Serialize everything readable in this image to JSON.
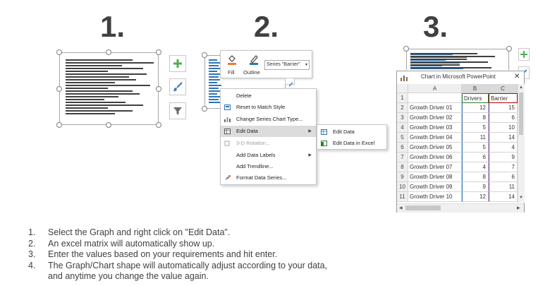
{
  "steps": [
    "1.",
    "2.",
    "3."
  ],
  "colors": {
    "bar_dark": "#404040",
    "bar_blue": "#2e75b6",
    "plus": "#4caf50",
    "brush": "#3a78c2",
    "title": "#404040"
  },
  "step1": {
    "buttons": [
      {
        "name": "chart-elements-button",
        "icon": "plus-icon"
      },
      {
        "name": "chart-styles-button",
        "icon": "brush-icon"
      },
      {
        "name": "chart-filters-button",
        "icon": "filter-icon"
      }
    ]
  },
  "step2": {
    "toolbar": {
      "fill_label": "Fill",
      "outline_label": "Outline",
      "series_select": "Series \"Barrier\""
    },
    "context_menu": [
      {
        "label": "Delete",
        "icon": "",
        "state": "normal"
      },
      {
        "label": "Reset to Match Style",
        "icon": "reset-icon",
        "state": "normal"
      },
      {
        "label": "Change Series Chart Type...",
        "icon": "chart-type-icon",
        "state": "normal"
      },
      {
        "label": "Edit Data",
        "icon": "edit-data-icon",
        "state": "highlighted",
        "submenu": true
      },
      {
        "label": "3-D Rotation...",
        "icon": "rotation-icon",
        "state": "disabled"
      },
      {
        "label": "Add Data Labels",
        "icon": "",
        "state": "normal",
        "submenu": true
      },
      {
        "label": "Add Trendline...",
        "icon": "",
        "state": "normal"
      },
      {
        "label": "Format Data Series...",
        "icon": "format-icon",
        "state": "normal"
      }
    ],
    "submenu": [
      {
        "label": "Edit Data",
        "icon": "edit-data-icon"
      },
      {
        "label": "Edit Data in Excel",
        "icon": "excel-icon"
      }
    ]
  },
  "step3": {
    "window_title": "Chart in Microsoft PowerPoint",
    "close_label": "✕",
    "columns": [
      "A",
      "B",
      "C"
    ],
    "header_row": {
      "row": "1",
      "a": "",
      "b": "Drivers",
      "c": "Barrier"
    },
    "rows": [
      {
        "row": "2",
        "a": "Growth Driver 01",
        "b": "12",
        "c": "15"
      },
      {
        "row": "3",
        "a": "Growth Driver 02",
        "b": "8",
        "c": "6"
      },
      {
        "row": "4",
        "a": "Growth Driver 03",
        "b": "5",
        "c": "10"
      },
      {
        "row": "5",
        "a": "Growth Driver 04",
        "b": "11",
        "c": "14"
      },
      {
        "row": "6",
        "a": "Growth Driver 05",
        "b": "5",
        "c": "4"
      },
      {
        "row": "7",
        "a": "Growth Driver 06",
        "b": "6",
        "c": "9"
      },
      {
        "row": "8",
        "a": "Growth Driver 07",
        "b": "4",
        "c": "7"
      },
      {
        "row": "9",
        "a": "Growth Driver 08",
        "b": "8",
        "c": "6"
      },
      {
        "row": "10",
        "a": "Growth Driver 09",
        "b": "9",
        "c": "11"
      },
      {
        "row": "11",
        "a": "Growth Driver 10",
        "b": "12",
        "c": "14"
      }
    ]
  },
  "instructions": [
    {
      "num": "1.",
      "text": "Select the Graph and right click on \"Edit Data\"."
    },
    {
      "num": "2.",
      "text": "An excel matrix will automatically show up."
    },
    {
      "num": "3.",
      "text": "Enter the values based on your requirements and hit enter."
    },
    {
      "num": "4.",
      "text": "The Graph/Chart shape will automatically adjust according to your data,"
    },
    {
      "num": "",
      "text": "and anytime you change the value again."
    }
  ]
}
